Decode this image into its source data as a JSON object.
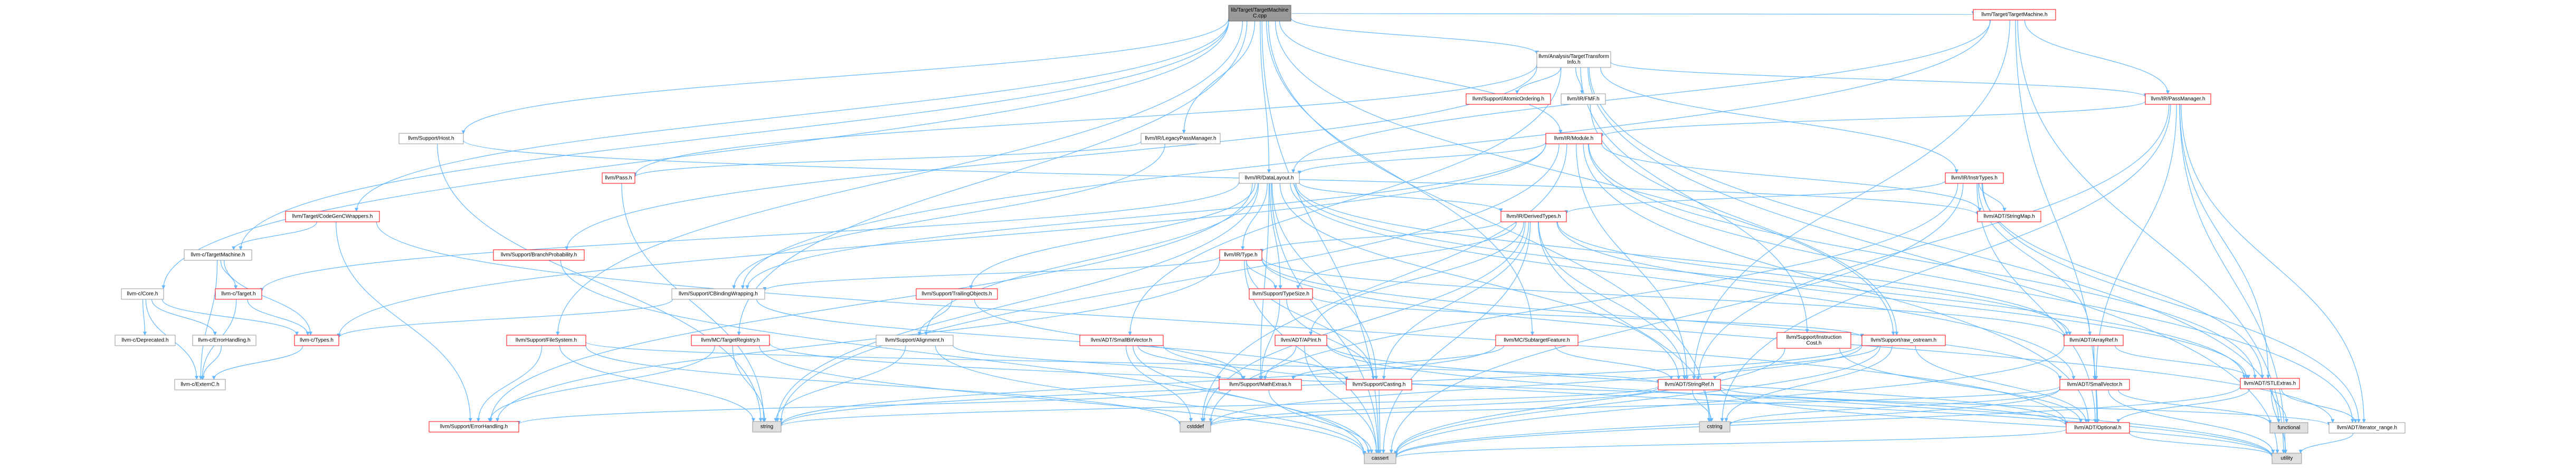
{
  "graph": {
    "colors": {
      "edge": "#63b8ff",
      "root_fill": "#999999",
      "root_stroke": "#666666",
      "node_fill": "#ffffff",
      "red_stroke": "#ff0000",
      "gray_stroke": "#999999",
      "leaf_fill": "#e0e0e0",
      "text": "#000000"
    },
    "nodes": [
      {
        "id": "root",
        "label": [
          "lib/Target/TargetMachine",
          "C.cpp"
        ],
        "style": "root"
      },
      {
        "id": "analysis",
        "label": [
          "llvm/Analysis/TargetTransform",
          "Info.h"
        ],
        "style": "gray"
      },
      {
        "id": "targetmachineh",
        "label": [
          "llvm/Target/TargetMachine.h"
        ],
        "style": "red"
      },
      {
        "id": "supporthost",
        "label": [
          "llvm/Support/Host.h"
        ],
        "style": "gray"
      },
      {
        "id": "legacypm",
        "label": [
          "llvm/IR/LegacyPassManager.h"
        ],
        "style": "gray"
      },
      {
        "id": "cgwrappers",
        "label": [
          "llvm/Target/CodeGenCWrappers.h"
        ],
        "style": "red"
      },
      {
        "id": "atomic",
        "label": [
          "llvm/Support/AtomicOrdering.h"
        ],
        "style": "red"
      },
      {
        "id": "fmf",
        "label": [
          "llvm/IR/FMF.h"
        ],
        "style": "gray"
      },
      {
        "id": "passmanager",
        "label": [
          "llvm/IR/PassManager.h"
        ],
        "style": "red"
      },
      {
        "id": "module",
        "label": [
          "llvm/IR/Module.h"
        ],
        "style": "red"
      },
      {
        "id": "pass",
        "label": [
          "llvm/Pass.h"
        ],
        "style": "red"
      },
      {
        "id": "datalayout",
        "label": [
          "llvm/IR/DataLayout.h"
        ],
        "style": "gray"
      },
      {
        "id": "intrinsictypes",
        "label": [
          "llvm/IR/InstrTypes.h"
        ],
        "style": "red"
      },
      {
        "id": "ctargetmachine",
        "label": [
          "llvm-c/TargetMachine.h"
        ],
        "style": "gray"
      },
      {
        "id": "branchprob",
        "label": [
          "llvm/Support/BranchProbability.h"
        ],
        "style": "red"
      },
      {
        "id": "derivedtypes",
        "label": [
          "llvm/IR/DerivedTypes.h"
        ],
        "style": "red"
      },
      {
        "id": "stringmap",
        "label": [
          "llvm/ADT/StringMap.h"
        ],
        "style": "red"
      },
      {
        "id": "ccore",
        "label": [
          "llvm-c/Core.h"
        ],
        "style": "gray"
      },
      {
        "id": "ctarget",
        "label": [
          "llvm-c/Target.h"
        ],
        "style": "red"
      },
      {
        "id": "irtype",
        "label": [
          "llvm/IR/Type.h"
        ],
        "style": "red"
      },
      {
        "id": "cbinding",
        "label": [
          "llvm/Support/CBindingWrapping.h"
        ],
        "style": "gray"
      },
      {
        "id": "trailing",
        "label": [
          "llvm/Support/TrailingObjects.h"
        ],
        "style": "red"
      },
      {
        "id": "typesize",
        "label": [
          "llvm/Support/TypeSize.h"
        ],
        "style": "red"
      },
      {
        "id": "instrcost",
        "label": [
          "llvm/Support/Instruction",
          "Cost.h"
        ],
        "style": "red"
      },
      {
        "id": "cdeprecated",
        "label": [
          "llvm-c/Deprecated.h"
        ],
        "style": "gray"
      },
      {
        "id": "cerror",
        "label": [
          "llvm-c/ErrorHandling.h"
        ],
        "style": "gray"
      },
      {
        "id": "ctypes",
        "label": [
          "llvm-c/Types.h"
        ],
        "style": "red"
      },
      {
        "id": "filesystem",
        "label": [
          "llvm/Support/FileSystem.h"
        ],
        "style": "red"
      },
      {
        "id": "mctargetreg",
        "label": [
          "llvm/MC/TargetRegistry.h"
        ],
        "style": "red"
      },
      {
        "id": "alignment",
        "label": [
          "llvm/Support/Alignment.h"
        ],
        "style": "gray"
      },
      {
        "id": "smallbitvector",
        "label": [
          "llvm/ADT/SmallBitVector.h"
        ],
        "style": "red"
      },
      {
        "id": "apint",
        "label": [
          "llvm/ADT/APInt.h"
        ],
        "style": "red"
      },
      {
        "id": "mcsubtarget",
        "label": [
          "llvm/MC/SubtargetFeature.h"
        ],
        "style": "red"
      },
      {
        "id": "casting",
        "label": [
          "llvm/Support/Casting.h"
        ],
        "style": "red"
      },
      {
        "id": "rawostream",
        "label": [
          "llvm/Support/raw_ostream.h"
        ],
        "style": "red"
      },
      {
        "id": "arrayref",
        "label": [
          "llvm/ADT/ArrayRef.h"
        ],
        "style": "red"
      },
      {
        "id": "stlextras",
        "label": [
          "llvm/ADT/STLExtras.h"
        ],
        "style": "red"
      },
      {
        "id": "cexternc",
        "label": [
          "llvm-c/ExternC.h"
        ],
        "style": "gray"
      },
      {
        "id": "mathextras",
        "label": [
          "llvm/Support/MathExtras.h"
        ],
        "style": "red"
      },
      {
        "id": "stringref",
        "label": [
          "llvm/ADT/StringRef.h"
        ],
        "style": "red"
      },
      {
        "id": "smallvector",
        "label": [
          "llvm/ADT/SmallVector.h"
        ],
        "style": "red"
      },
      {
        "id": "errorhandling",
        "label": [
          "llvm/Support/ErrorHandling.h"
        ],
        "style": "red"
      },
      {
        "id": "string",
        "label": [
          "string"
        ],
        "style": "leaf"
      },
      {
        "id": "cstddef",
        "label": [
          "cstddef"
        ],
        "style": "leaf"
      },
      {
        "id": "cstring",
        "label": [
          "cstring"
        ],
        "style": "leaf"
      },
      {
        "id": "optional",
        "label": [
          "llvm/ADT/Optional.h"
        ],
        "style": "red"
      },
      {
        "id": "functional",
        "label": [
          "functional"
        ],
        "style": "leaf"
      },
      {
        "id": "iteratorrange",
        "label": [
          "llvm/ADT/iterator_range.h"
        ],
        "style": "gray"
      },
      {
        "id": "cassert",
        "label": [
          "cassert"
        ],
        "style": "leaf"
      },
      {
        "id": "utility",
        "label": [
          "utility"
        ],
        "style": "leaf"
      }
    ],
    "edges": [
      [
        "root",
        "analysis"
      ],
      [
        "root",
        "targetmachineh"
      ],
      [
        "root",
        "supporthost"
      ],
      [
        "root",
        "legacypm"
      ],
      [
        "root",
        "cgwrappers"
      ],
      [
        "root",
        "datalayout"
      ],
      [
        "root",
        "module"
      ],
      [
        "root",
        "ccore"
      ],
      [
        "root",
        "ctargetmachine"
      ],
      [
        "root",
        "filesystem"
      ],
      [
        "root",
        "mctargetreg"
      ],
      [
        "root",
        "rawostream"
      ],
      [
        "root",
        "mcsubtarget"
      ],
      [
        "root",
        "cstring"
      ],
      [
        "root",
        "cassert"
      ],
      [
        "analysis",
        "atomic"
      ],
      [
        "analysis",
        "fmf"
      ],
      [
        "analysis",
        "passmanager"
      ],
      [
        "analysis",
        "intrinsictypes"
      ],
      [
        "analysis",
        "branchprob"
      ],
      [
        "analysis",
        "instrcost"
      ],
      [
        "analysis",
        "pass"
      ],
      [
        "analysis",
        "smallbitvector"
      ],
      [
        "analysis",
        "functional"
      ],
      [
        "analysis",
        "utility"
      ],
      [
        "targetmachineh",
        "passmanager"
      ],
      [
        "targetmachineh",
        "datalayout"
      ],
      [
        "targetmachineh",
        "optional"
      ],
      [
        "targetmachineh",
        "stringref"
      ],
      [
        "targetmachineh",
        "utility"
      ],
      [
        "targetmachineh",
        "cbinding"
      ],
      [
        "supporthost",
        "stringmap"
      ],
      [
        "supporthost",
        "string"
      ],
      [
        "legacypm",
        "pass"
      ],
      [
        "legacypm",
        "cbinding"
      ],
      [
        "cgwrappers",
        "ctargetmachine"
      ],
      [
        "cgwrappers",
        "errorhandling"
      ],
      [
        "cgwrappers",
        "optional"
      ],
      [
        "fmf",
        "rawostream"
      ],
      [
        "passmanager",
        "module"
      ],
      [
        "passmanager",
        "stlextras"
      ],
      [
        "passmanager",
        "smallvector"
      ],
      [
        "passmanager",
        "stringref"
      ],
      [
        "passmanager",
        "iteratorrange"
      ],
      [
        "passmanager",
        "cstring"
      ],
      [
        "passmanager",
        "utility"
      ],
      [
        "module",
        "datalayout"
      ],
      [
        "module",
        "stringmap"
      ],
      [
        "module",
        "stlextras"
      ],
      [
        "module",
        "stringref"
      ],
      [
        "module",
        "cbinding"
      ],
      [
        "module",
        "string"
      ],
      [
        "module",
        "cstddef"
      ],
      [
        "module",
        "optional"
      ],
      [
        "module",
        "iteratorrange"
      ],
      [
        "module",
        "ctypes"
      ],
      [
        "pass",
        "string"
      ],
      [
        "datalayout",
        "derivedtypes"
      ],
      [
        "datalayout",
        "irtype"
      ],
      [
        "datalayout",
        "trailing"
      ],
      [
        "datalayout",
        "typesize"
      ],
      [
        "datalayout",
        "alignment"
      ],
      [
        "datalayout",
        "casting"
      ],
      [
        "datalayout",
        "mathextras"
      ],
      [
        "datalayout",
        "arrayref"
      ],
      [
        "datalayout",
        "stlextras"
      ],
      [
        "datalayout",
        "smallvector"
      ],
      [
        "datalayout",
        "stringref"
      ],
      [
        "datalayout",
        "string"
      ],
      [
        "datalayout",
        "cassert"
      ],
      [
        "datalayout",
        "errorhandling"
      ],
      [
        "datalayout",
        "ctarget"
      ],
      [
        "intrinsictypes",
        "derivedtypes"
      ],
      [
        "intrinsictypes",
        "stringmap"
      ],
      [
        "intrinsictypes",
        "stlextras"
      ],
      [
        "intrinsictypes",
        "arrayref"
      ],
      [
        "intrinsictypes",
        "optional"
      ],
      [
        "intrinsictypes",
        "iteratorrange"
      ],
      [
        "intrinsictypes",
        "cassert"
      ],
      [
        "intrinsictypes",
        "cstddef"
      ],
      [
        "ctargetmachine",
        "ctarget"
      ],
      [
        "ctargetmachine",
        "ctypes"
      ],
      [
        "ctargetmachine",
        "cexternc"
      ],
      [
        "branchprob",
        "cassert"
      ],
      [
        "derivedtypes",
        "irtype"
      ],
      [
        "derivedtypes",
        "casting"
      ],
      [
        "derivedtypes",
        "typesize"
      ],
      [
        "derivedtypes",
        "arrayref"
      ],
      [
        "derivedtypes",
        "stlextras"
      ],
      [
        "derivedtypes",
        "stringref"
      ],
      [
        "derivedtypes",
        "cassert"
      ],
      [
        "derivedtypes",
        "cstddef"
      ],
      [
        "derivedtypes",
        "cstring"
      ],
      [
        "derivedtypes",
        "apint"
      ],
      [
        "ccore",
        "cdeprecated"
      ],
      [
        "ccore",
        "cerror"
      ],
      [
        "ccore",
        "ctypes"
      ],
      [
        "ccore",
        "cexternc"
      ],
      [
        "ctarget",
        "ctypes"
      ],
      [
        "ctarget",
        "cexternc"
      ],
      [
        "irtype",
        "cbinding"
      ],
      [
        "irtype",
        "casting"
      ],
      [
        "irtype",
        "typesize"
      ],
      [
        "irtype",
        "arrayref"
      ],
      [
        "irtype",
        "errorhandling"
      ],
      [
        "irtype",
        "cassert"
      ],
      [
        "irtype",
        "iteratorrange"
      ],
      [
        "irtype",
        "smallvector"
      ],
      [
        "cbinding",
        "ctypes"
      ],
      [
        "cbinding",
        "casting"
      ],
      [
        "trailing",
        "alignment"
      ],
      [
        "trailing",
        "mathextras"
      ],
      [
        "typesize",
        "mathextras"
      ],
      [
        "typesize",
        "rawostream"
      ],
      [
        "typesize",
        "casting"
      ],
      [
        "instrcost",
        "optional"
      ],
      [
        "instrcost",
        "cassert"
      ],
      [
        "cerror",
        "cexternc"
      ],
      [
        "ctypes",
        "cexternc"
      ],
      [
        "filesystem",
        "errorhandling"
      ],
      [
        "filesystem",
        "string"
      ],
      [
        "filesystem",
        "cstddef"
      ],
      [
        "filesystem",
        "stringref"
      ],
      [
        "mctargetreg",
        "errorhandling"
      ],
      [
        "mctargetreg",
        "string"
      ],
      [
        "mctargetreg",
        "cassert"
      ],
      [
        "mctargetreg",
        "optional"
      ],
      [
        "alignment",
        "mathextras"
      ],
      [
        "alignment",
        "cassert"
      ],
      [
        "alignment",
        "string"
      ],
      [
        "smallbitvector",
        "mathextras"
      ],
      [
        "smallbitvector",
        "cstddef"
      ],
      [
        "smallbitvector",
        "cassert"
      ],
      [
        "smallbitvector",
        "utility"
      ],
      [
        "apint",
        "mathextras"
      ],
      [
        "apint",
        "cassert"
      ],
      [
        "apint",
        "optional"
      ],
      [
        "apint",
        "utility"
      ],
      [
        "mcsubtarget",
        "stringref"
      ],
      [
        "mcsubtarget",
        "mathextras"
      ],
      [
        "mcsubtarget",
        "string"
      ],
      [
        "casting",
        "cassert"
      ],
      [
        "rawostream",
        "stringref"
      ],
      [
        "rawostream",
        "optional"
      ],
      [
        "rawostream",
        "cassert"
      ],
      [
        "rawostream",
        "cstddef"
      ],
      [
        "rawostream",
        "cstring"
      ],
      [
        "rawostream",
        "string"
      ],
      [
        "arrayref",
        "smallvector"
      ],
      [
        "arrayref",
        "stlextras"
      ],
      [
        "arrayref",
        "optional"
      ],
      [
        "arrayref",
        "cassert"
      ],
      [
        "stlextras",
        "optional"
      ],
      [
        "stlextras",
        "iteratorrange"
      ],
      [
        "stlextras",
        "functional"
      ],
      [
        "stlextras",
        "utility"
      ],
      [
        "stlextras",
        "cassert"
      ],
      [
        "mathextras",
        "cassert"
      ],
      [
        "mathextras",
        "errorhandling"
      ],
      [
        "stringref",
        "string"
      ],
      [
        "stringref",
        "cstddef"
      ],
      [
        "stringref",
        "cstring"
      ],
      [
        "stringref",
        "utility"
      ],
      [
        "stringref",
        "iteratorrange"
      ],
      [
        "smallvector",
        "cstddef"
      ],
      [
        "smallvector",
        "cassert"
      ],
      [
        "smallvector",
        "utility"
      ],
      [
        "smallvector",
        "functional"
      ],
      [
        "smallvector",
        "cstring"
      ],
      [
        "optional",
        "cassert"
      ],
      [
        "optional",
        "utility"
      ],
      [
        "iteratorrange",
        "utility"
      ]
    ]
  }
}
